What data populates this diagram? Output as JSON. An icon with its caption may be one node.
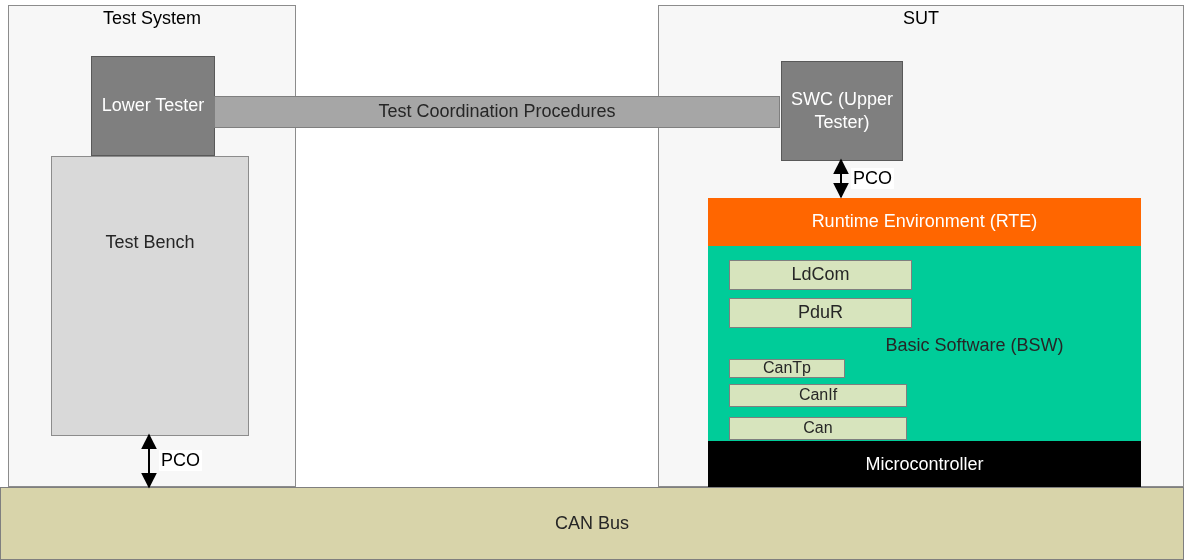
{
  "diagram": {
    "nodes": [
      {
        "text": [
          "Test System"
        ]
      },
      {
        "text": [
          "Test Bench"
        ],
        "in": 0
      },
      {
        "text": [
          "Lower Tester"
        ],
        "in": 0
      },
      {
        "text": [
          "Test Coordination Procedures"
        ]
      },
      {
        "text": [
          "SUT"
        ]
      },
      {
        "text": [
          "SWC (Upper Tester)"
        ],
        "in": 4
      },
      {
        "text": [
          "Runtime Environment (RTE)"
        ],
        "in": 4
      },
      {
        "text": [
          "Basic Software (BSW)"
        ],
        "in": 4
      },
      {
        "text": [
          "LdCom"
        ],
        "in": 7
      },
      {
        "text": [
          "PduR"
        ],
        "in": 7
      },
      {
        "text": [
          "CanTp"
        ],
        "in": 7
      },
      {
        "text": [
          "CanIf"
        ],
        "in": 7
      },
      {
        "text": [
          "Can"
        ],
        "in": 7
      },
      {
        "text": [
          "Microcontroller"
        ],
        "in": 4
      },
      {
        "text": [
          "CAN Bus"
        ]
      }
    ],
    "edges": [
      {
        "from": 5,
        "to": 6,
        "arrow": "both",
        "label": "PCO"
      },
      {
        "from": 1,
        "to": 14,
        "arrow": "both",
        "label": "PCO"
      }
    ]
  }
}
